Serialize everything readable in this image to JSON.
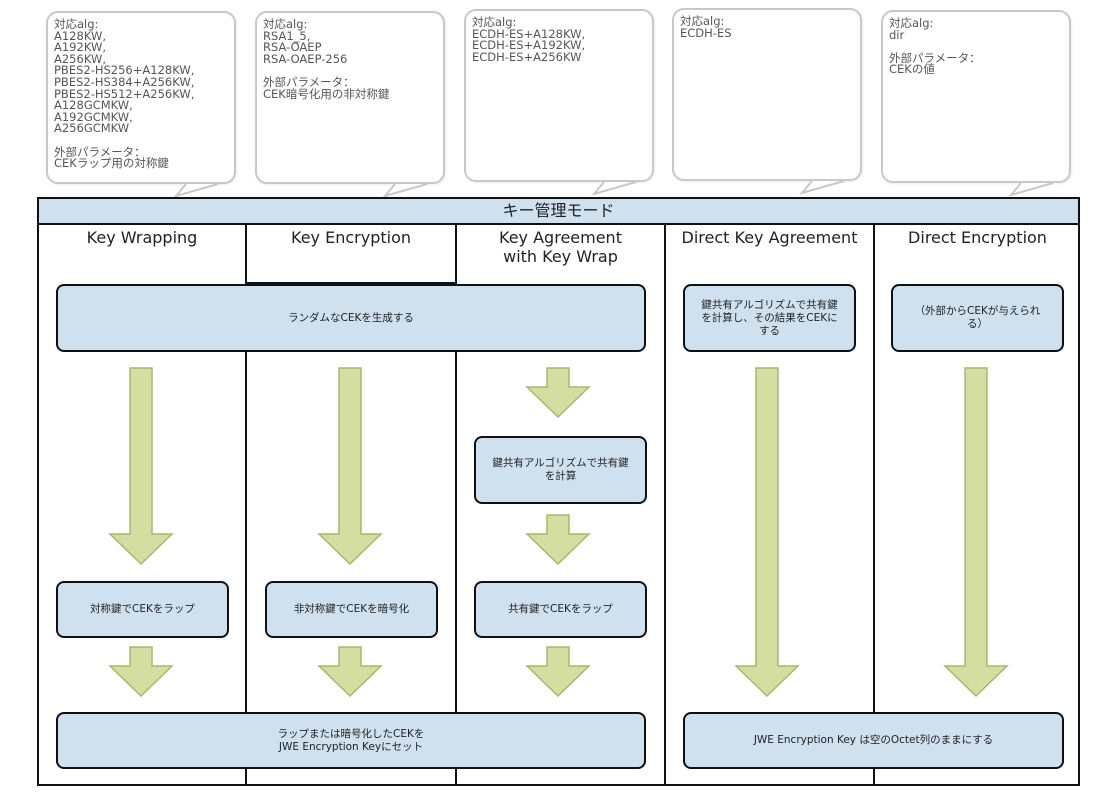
{
  "callouts": [
    {
      "text": "対応alg:\nA128KW,\nA192KW,\nA256KW,\nPBES2-HS256+A128KW,\nPBES2-HS384+A256KW,\nPBES2-HS512+A256KW,\nA128GCMKW,\nA192GCMKW,\nA256GCMKW\n\n外部パラメータ：\nCEKラップ用の対称鍵"
    },
    {
      "text": "対応alg:\nRSA1_5,\nRSA-OAEP\nRSA-OAEP-256\n\n外部パラメータ：\nCEK暗号化用の非対称鍵"
    },
    {
      "text": "対応alg:\nECDH-ES+A128KW,\nECDH-ES+A192KW,\nECDH-ES+A256KW"
    },
    {
      "text": "対応alg:\nECDH-ES"
    },
    {
      "text": "対応alg:\ndir\n\n外部パラメータ：\nCEKの値"
    }
  ],
  "header": {
    "title": "キー管理モード"
  },
  "columns": [
    {
      "line1": "Key Wrapping",
      "line2": ""
    },
    {
      "line1": "Key Encryption",
      "line2": ""
    },
    {
      "line1": "Key Agreement",
      "line2": "with Key Wrap"
    },
    {
      "line1": "Direct Key Agreement",
      "line2": ""
    },
    {
      "line1": "Direct Encryption",
      "line2": ""
    }
  ],
  "boxes": {
    "generate_cek": "ランダムなCEKを生成する",
    "dka_compute": "鍵共有アルゴリズムで共有鍵\nを計算し、その結果をCEKに\nする",
    "de_external": "（外部からCEKが与えられ\nる）",
    "kawkw_compute": "鍵共有アルゴリズムで共有鍵\nを計算",
    "kw_wrap": "対称鍵でCEKをラップ",
    "ke_encrypt": "非対称鍵でCEKを暗号化",
    "kawkw_wrap": "共有鍵でCEKをラップ",
    "set_key": "ラップまたは暗号化したCEKを\nJWE Encryption Keyにセット",
    "empty_key": "JWE Encryption Key は空のOctet列のままにする"
  },
  "colors": {
    "box_fill": "#cfe0ef",
    "arrow_fill": "#d4dea1",
    "arrow_stroke": "#aab66c",
    "border": "#111111",
    "callout_border": "#c8c8c8"
  }
}
